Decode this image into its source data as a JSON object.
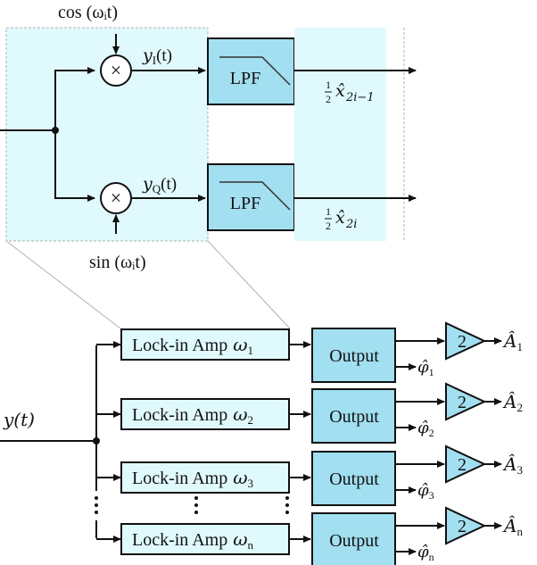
{
  "colors": {
    "zoom_panel_fill": "#e0f9fc",
    "block_fill": "#a2dff0",
    "lockin_fill": "#e0f9fc",
    "stroke": "#111111",
    "dashed_outline": "#b0b0b0"
  },
  "detail_panel": {
    "input_top_signal": "cos (ωᵢt)",
    "input_bottom_signal": "sin (ωᵢt)",
    "multiplier_symbol": "×",
    "branch_top_label": "y",
    "branch_top_sub": "I",
    "branch_top_suffix": "(t)",
    "branch_bottom_label": "y",
    "branch_bottom_sub": "Q",
    "branch_bottom_suffix": "(t)",
    "filter_label": "LPF",
    "output_top": {
      "coef_num": "1",
      "coef_den": "2",
      "var": "x̂",
      "sub": "2i−1"
    },
    "output_bottom": {
      "coef_num": "1",
      "coef_den": "2",
      "var": "x̂",
      "sub": "2i"
    }
  },
  "system": {
    "input_label": "y(t)",
    "lockin_prefix": "Lock-in Amp",
    "output_block_label": "Output",
    "gain_label": "2",
    "channels": [
      {
        "omega": "ω",
        "sub": "1",
        "phase": "φ̂",
        "phase_sub": "1",
        "amp": "Â",
        "amp_sub": "1"
      },
      {
        "omega": "ω",
        "sub": "2",
        "phase": "φ̂",
        "phase_sub": "2",
        "amp": "Â",
        "amp_sub": "2"
      },
      {
        "omega": "ω",
        "sub": "3",
        "phase": "φ̂",
        "phase_sub": "3",
        "amp": "Â",
        "amp_sub": "3"
      },
      {
        "omega": "ω",
        "sub": "n",
        "phase": "φ̂",
        "phase_sub": "n",
        "amp": "Â",
        "amp_sub": "n"
      }
    ],
    "ellipsis": "⋮"
  }
}
